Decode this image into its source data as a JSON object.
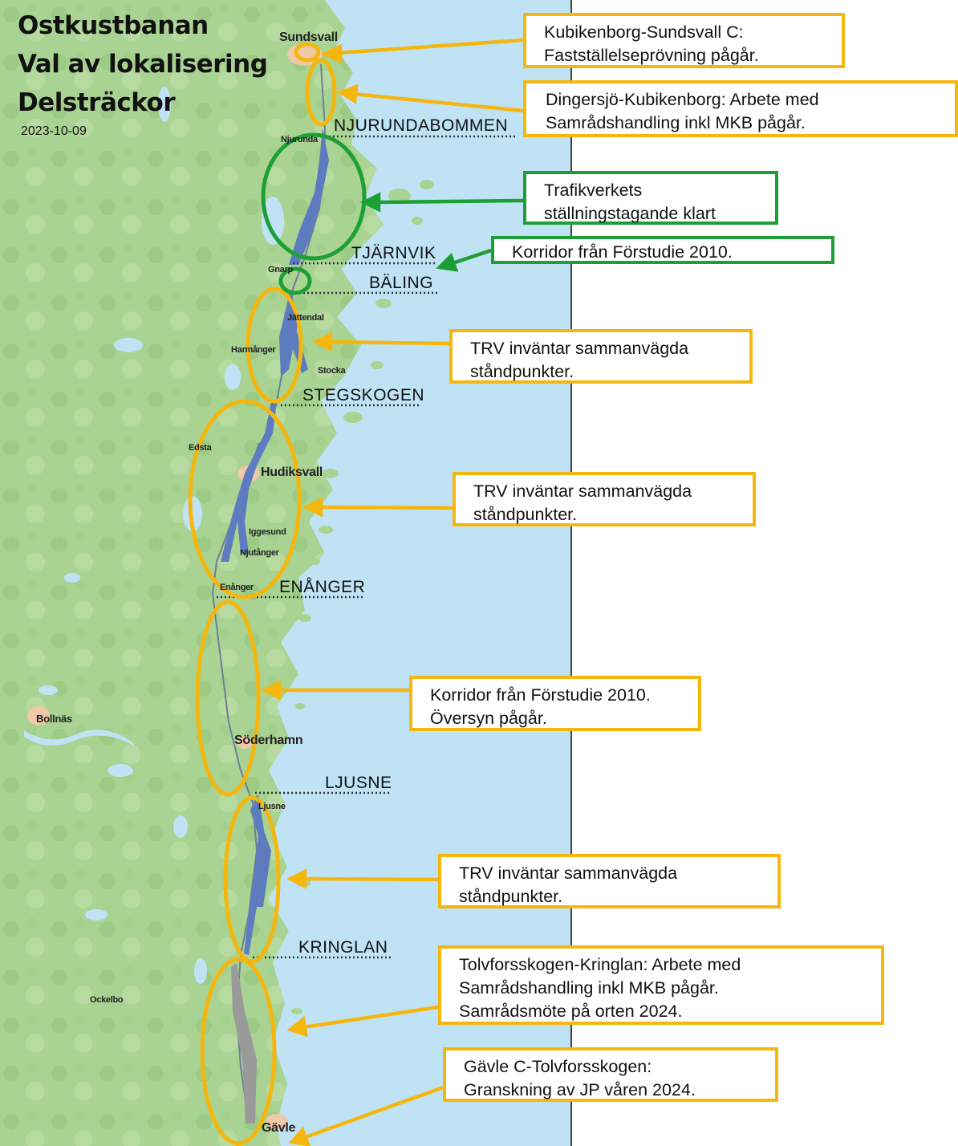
{
  "title": {
    "line1": "Ostkustbanan",
    "line2": "Val av lokalisering",
    "line3": "Delsträckor",
    "date": "2023-10-09"
  },
  "places": {
    "sundsvall": "Sundsvall",
    "njurunda": "Njurunda",
    "gnarp": "Gnarp",
    "jattendal": "Jättendal",
    "harmanger": "Harmånger",
    "stocka": "Stocka",
    "edsta": "Edsta",
    "hudiksvall": "Hudiksvall",
    "iggesund": "Iggesund",
    "njutanger": "Njutånger",
    "enanger": "Enånger",
    "bollnas": "Bollnäs",
    "soderhamn": "Söderhamn",
    "ljusne": "Ljusne",
    "ockelbo": "Ockelbo",
    "gavle": "Gävle"
  },
  "sections": {
    "njurundabommen": "NJURUNDABOMMEN",
    "tjarnvik": "TJÄRNVIK",
    "baling": "BÄLING",
    "stegskogen": "STEGSKOGEN",
    "enanger": "ENÅNGER",
    "ljusne": "LJUSNE",
    "kringlan": "KRINGLAN"
  },
  "boxes": {
    "b1": {
      "l1": "Kubikenborg-Sundsvall C:",
      "l2": "Fastställelseprövning pågår."
    },
    "b2": {
      "l1": "Dingersjö-Kubikenborg: Arbete med",
      "l2": "Samrådshandling inkl MKB pågår."
    },
    "b3": {
      "l1": "Trafikverkets",
      "l2": "ställningstagande klart"
    },
    "b4": {
      "l1": "Korridor från Förstudie 2010."
    },
    "b5": {
      "l1": "TRV inväntar sammanvägda",
      "l2": "ståndpunkter."
    },
    "b6": {
      "l1": "TRV inväntar sammanvägda",
      "l2": "ståndpunkter."
    },
    "b7": {
      "l1": "Korridor från Förstudie 2010.",
      "l2": "Översyn pågår."
    },
    "b8": {
      "l1": "TRV inväntar sammanvägda",
      "l2": "ståndpunkter."
    },
    "b9": {
      "l1": "Tolvforsskogen-Kringlan: Arbete med",
      "l2": "Samrådshandling inkl MKB pågår.",
      "l3": "Samrådsmöte på orten 2024."
    },
    "b10": {
      "l1": "Gävle C-Tolvforsskogen:",
      "l2": "Granskning av JP våren 2024."
    }
  },
  "colors": {
    "land": "#a9d392",
    "sea": "#bfe3f5",
    "corridor": "#5d7cbf",
    "corridor_final": "#9a9a9a",
    "ongoing": "#f5b70f",
    "decided": "#1e9f36",
    "town": "#efc9a8"
  }
}
